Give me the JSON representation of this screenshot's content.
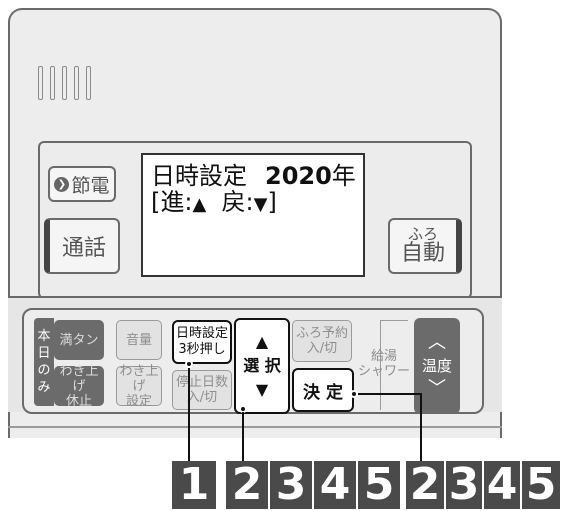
{
  "device": {
    "display": {
      "line1_label": "日時設定",
      "line1_year": "2020",
      "line1_year_unit": "年",
      "line2_prefix": "[進:",
      "line2_mid": "  戻:",
      "line2_suffix": "]",
      "up_arrow": "▲",
      "down_arrow": "▼"
    },
    "saving_button": {
      "icon": "power-saving-icon",
      "label": "節電"
    },
    "talk_button": {
      "label": "通話"
    },
    "auto_bath_button": {
      "label_top": "ふろ",
      "label_bottom": "自動"
    },
    "honjitsu_strip": {
      "chars": [
        "本",
        "日",
        "の",
        "み"
      ]
    },
    "buttons": {
      "full_tank": "満タン",
      "volume": "音量",
      "datetime_line1": "日時設定",
      "datetime_line2": "3秒押し",
      "select": "選 択",
      "bath_reserve_line1": "ふろ予約",
      "bath_reserve_line2": "入/切",
      "reheat_stop_line1": "わき上げ",
      "reheat_stop_line2": "休止",
      "reheat_setting_line1": "わき上げ",
      "reheat_setting_line2": "設定",
      "stop_days_line1": "停止日数",
      "stop_days_line2": "入/切",
      "decide": "決 定",
      "supply_shower_line1": "給湯",
      "supply_shower_line2": "シャワー",
      "temperature": "温度"
    }
  },
  "callouts": {
    "left_steps": [
      "1",
      "2",
      "3",
      "4",
      "5"
    ],
    "right_steps": [
      "2",
      "3",
      "4",
      "5"
    ]
  },
  "colors": {
    "device_bg": "#ededed",
    "outline": "#6a6a6a",
    "callout_bg": "#4a4a4a",
    "dark_button": "#6b6b6b"
  }
}
